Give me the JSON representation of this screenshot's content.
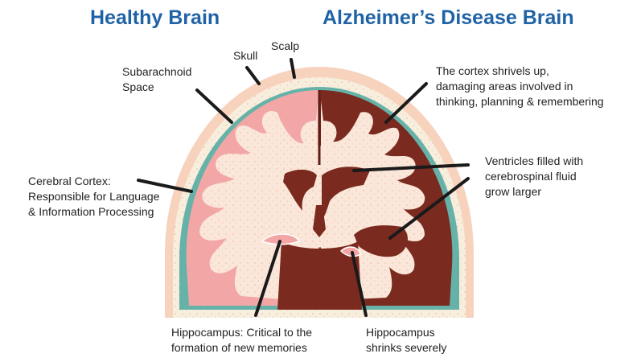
{
  "titles": {
    "healthy": "Healthy Brain",
    "alzheimers": "Alzheimer’s Disease Brain"
  },
  "labels": {
    "subarachnoid": [
      "Subarachnoid",
      "Space"
    ],
    "skull": "Skull",
    "scalp": "Scalp",
    "cortex_shrivels": [
      "The cortex shrivels up,",
      "damaging areas involved in",
      "thinking, planning & remembering"
    ],
    "cerebral_cortex": [
      "Cerebral Cortex:",
      "Responsible for Language",
      "& Information Processing"
    ],
    "ventricles": [
      "Ventricles filled with",
      "cerebrospinal fluid",
      "grow larger"
    ],
    "hippocampus_healthy": [
      "Hippocampus: Critical to the",
      "formation of new memories"
    ],
    "hippocampus_alz": [
      "Hippocampus",
      "shrinks severely"
    ]
  },
  "colors": {
    "title": "#1f63a6",
    "scalp": "#f7d2bd",
    "skull": "#f8eedd",
    "subarachnoid": "#66b2a8",
    "gray_matter": "#f2a6a6",
    "white_matter": "#fbe7da",
    "alz_tissue": "#7a2a1e",
    "callout_line": "#1a1a1a"
  }
}
